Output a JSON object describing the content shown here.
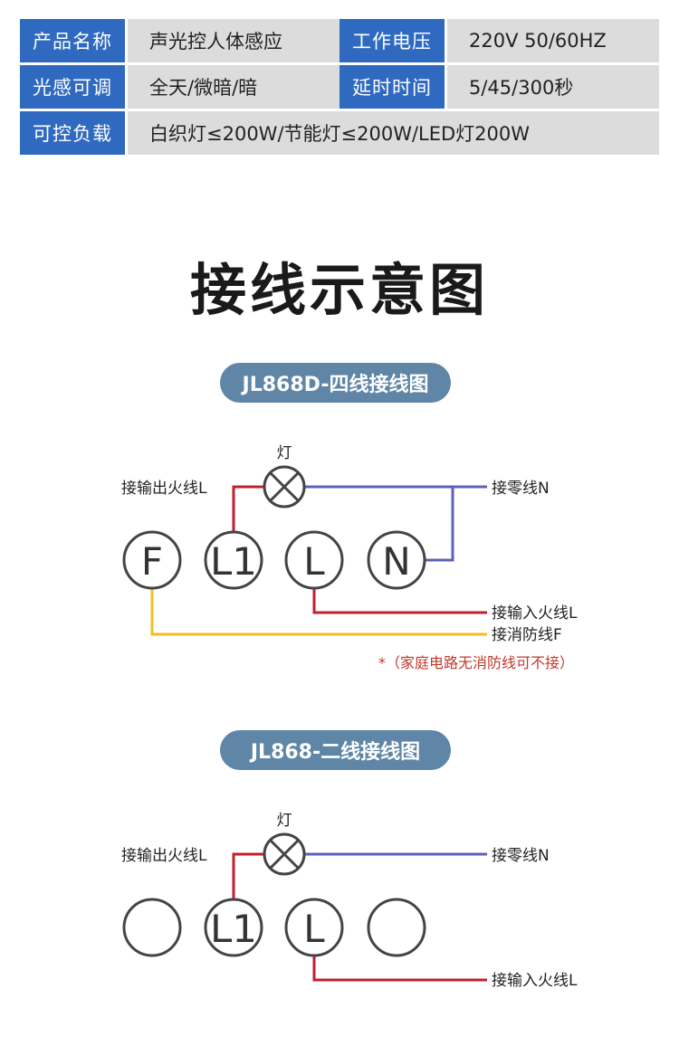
{
  "specs": [
    {
      "label1": "产品名称",
      "value1": "声光控人体感应",
      "label2": "工作电压",
      "value2": "220V 50/60HZ"
    },
    {
      "label1": "光感可调",
      "value1": "全天/微暗/暗",
      "label2": "延时时间",
      "value2": "5/45/300秒"
    },
    {
      "label1": "可控负载",
      "value1": "白织灯≤200W/节能灯≤200W/LED灯200W"
    }
  ],
  "title": "接线示意图",
  "diagram1": {
    "name": "JL868D-四线接线图",
    "lamp_label": "灯",
    "out_live": "接输出火线L",
    "neutral": "接零线N",
    "in_live": "接输入火线L",
    "fire": "接消防线F",
    "note": "*（家庭电路无消防线可不接）",
    "terminals": [
      "F",
      "L1",
      "L",
      "N"
    ]
  },
  "diagram2": {
    "name": "JL868-二线接线图",
    "lamp_label": "灯",
    "out_live": "接输出火线L",
    "neutral": "接零线N",
    "in_live": "接输入火线L",
    "terminals": [
      "",
      "L1",
      "L",
      ""
    ]
  },
  "colors": {
    "blue_cell": "#2f6ac0",
    "wire_red": "#c0202f",
    "wire_blue": "#6060b8",
    "wire_yellow": "#f0c020",
    "pill": "#5f86a6"
  }
}
